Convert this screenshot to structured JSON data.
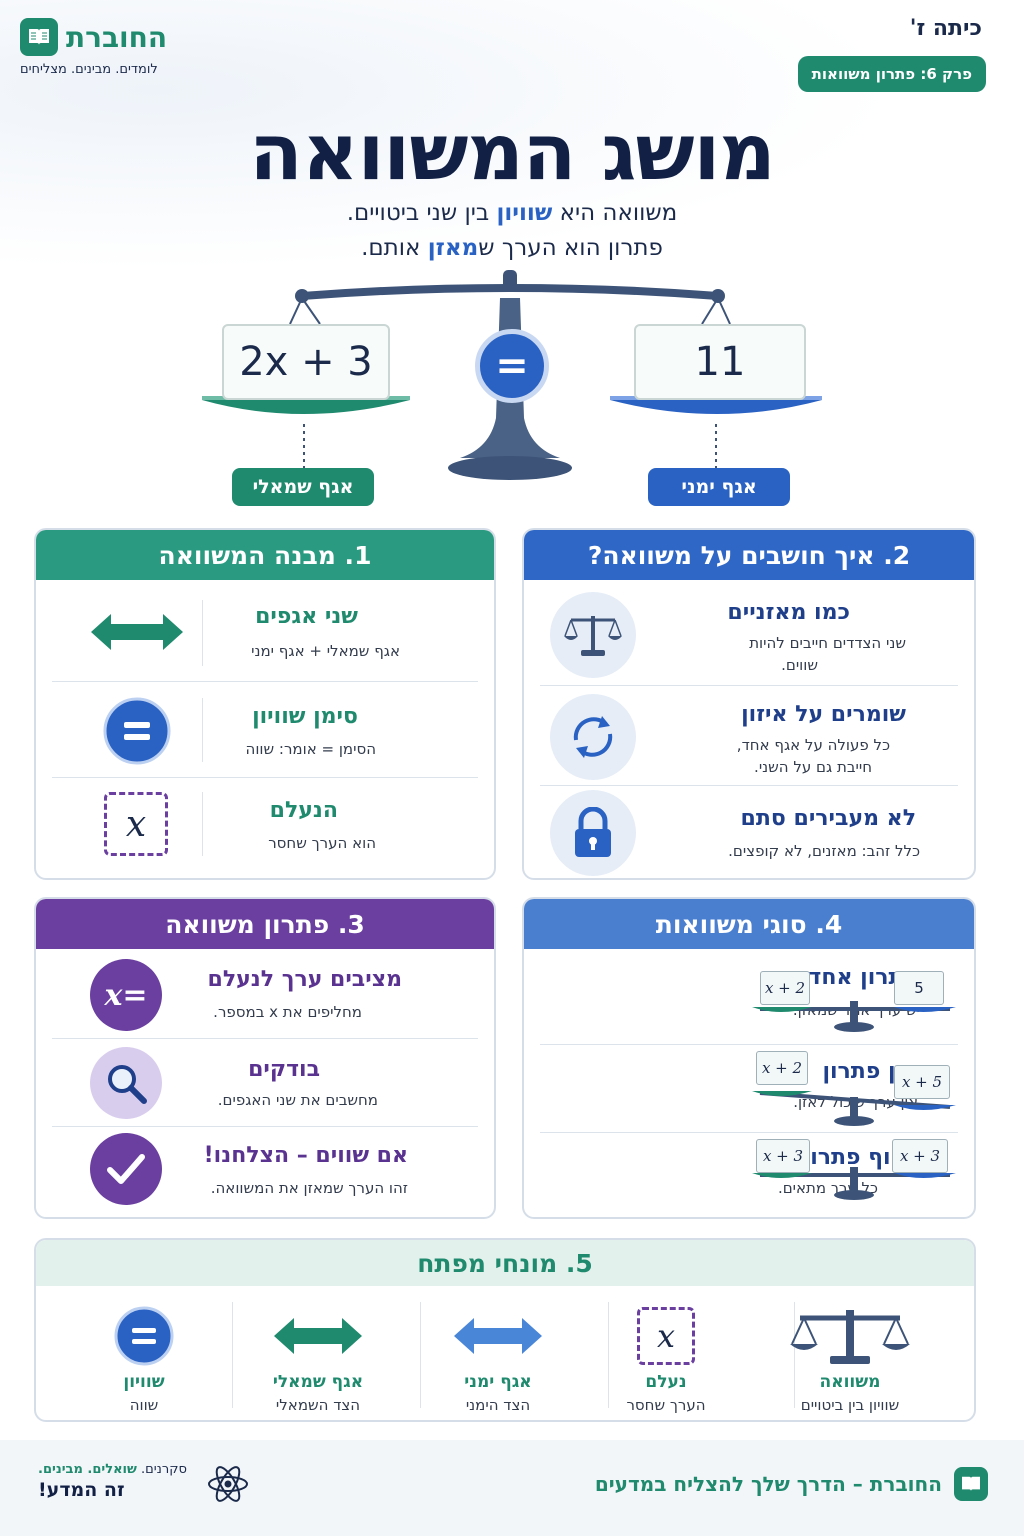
{
  "header": {
    "brand_name": "החוברת",
    "brand_tagline": "לומדים. מבינים. מצליחים",
    "grade": "כיתה ז'",
    "chapter": "פרק 6: פתרון משוואות"
  },
  "title": "מושג המשוואה",
  "intro": {
    "line1_a": "משוואה היא ",
    "line1_hl": "שוויון",
    "line1_b": " בין שני ביטויים.",
    "line2_a": "פתרון הוא הערך ש",
    "line2_hl": "מאזן",
    "line2_b": " אותם."
  },
  "scale": {
    "left_expr": "2x + 3",
    "right_expr": "11",
    "equal_sign": "=",
    "left_label": "אגף שמאלי",
    "right_label": "אגף ימני"
  },
  "section1": {
    "title": "1. מבנה המשוואה",
    "rows": [
      {
        "title": "שני אגפים",
        "desc": "אגף שמאלי + אגף ימני",
        "icon": "double-arrow-icon"
      },
      {
        "title": "סימן שוויון",
        "desc": "הסימן = אומר: שווה",
        "icon": "equals-icon"
      },
      {
        "title": "הנעלם",
        "desc": "הוא הערך שחסר",
        "icon": "variable-x-icon",
        "symbol": "x"
      }
    ]
  },
  "section2": {
    "title": "2. איך חושבים על משוואה?",
    "rows": [
      {
        "title": "כמו מאזניים",
        "desc1": "שני הצדדים חייבים להיות",
        "desc2": "שווים.",
        "icon": "scale-icon"
      },
      {
        "title": "שומרים על איזון",
        "desc1": "כל פעולה על אגף אחד,",
        "desc2": "חייבת גם על השני.",
        "icon": "cycle-arrows-icon"
      },
      {
        "title": "לא מעבירים סתם",
        "desc1": "כלל זהב: מאזנים, לא קופצים.",
        "desc2": "",
        "icon": "lock-icon"
      }
    ]
  },
  "section3": {
    "title": "3. פתרון משוואה",
    "rows": [
      {
        "title": "מציבים ערך לנעלם",
        "desc": "מחליפים את x במספר.",
        "icon": "x-equals-icon",
        "symbol": "x="
      },
      {
        "title": "בודקים",
        "desc": "מחשבים את שני האגפים.",
        "icon": "magnifier-icon"
      },
      {
        "title": "אם שווים – הצלחנו!",
        "desc": "זהו הערך שמאזן את המשוואה.",
        "icon": "checkmark-icon"
      }
    ]
  },
  "section4": {
    "title": "4. סוגי משוואות",
    "rows": [
      {
        "title": "פתרון אחד",
        "desc": "יש ערך אחד שמאזן.",
        "left": "x + 2",
        "right": "5"
      },
      {
        "title": "אין פתרון",
        "desc": "אין ערך שיכול לאזן.",
        "left": "x + 2",
        "right": "x + 5"
      },
      {
        "title": "אינסוף פתרונות",
        "desc": "כל ערך מתאים.",
        "left": "x + 3",
        "right": "x + 3"
      }
    ]
  },
  "section5": {
    "title": "5. מונחי מפתח",
    "terms": [
      {
        "title": "משוואה",
        "desc": "שוויון בין ביטויים",
        "icon": "scale-icon"
      },
      {
        "title": "נעלם",
        "desc": "הערך שחסר",
        "icon": "variable-x-icon",
        "symbol": "x"
      },
      {
        "title": "אגף ימני",
        "desc": "הצד הימני",
        "icon": "double-arrow-icon"
      },
      {
        "title": "אגף שמאלי",
        "desc": "הצד השמאלי",
        "icon": "double-arrow-icon"
      },
      {
        "title": "שוויון",
        "desc": "שווה",
        "icon": "equals-icon",
        "symbol": "="
      }
    ]
  },
  "footer": {
    "right_text": "החוברת – הדרך שלך להצליח במדעים",
    "small_a": "סקרנים. ",
    "small_b": "שואלים. מבינים.",
    "big": "זה המדע!"
  },
  "colors": {
    "green": "#1f8a6e",
    "blue": "#2a62c4",
    "purple": "#6a3fa0",
    "navy": "#122045"
  }
}
